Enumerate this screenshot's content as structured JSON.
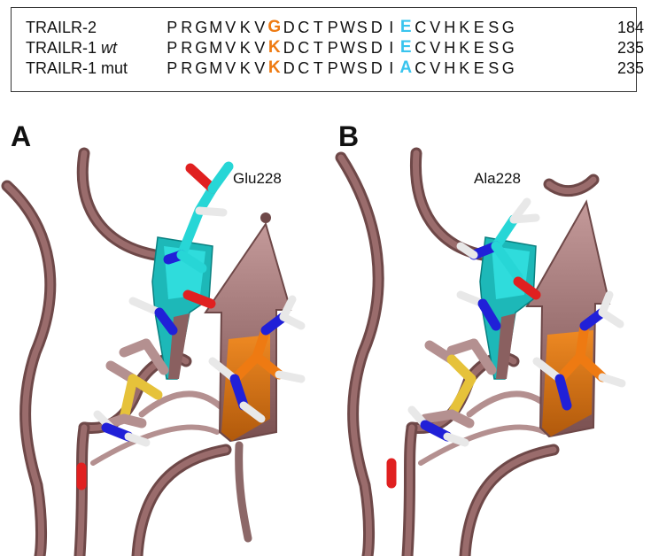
{
  "alignment": {
    "rows": [
      {
        "name": "TRAILR-2",
        "name_italic": "",
        "residues": [
          "P",
          "R",
          "G",
          "M",
          "V",
          "K",
          "V",
          "G",
          "D",
          "C",
          "T",
          "P",
          "W",
          "S",
          "D",
          "I",
          "E",
          "C",
          "V",
          "H",
          "K",
          "E",
          "S",
          "G"
        ],
        "highlight_orange": 7,
        "highlight_cyan": 16,
        "number": "184"
      },
      {
        "name": "TRAILR-1 ",
        "name_italic": "wt",
        "residues": [
          "P",
          "R",
          "G",
          "M",
          "V",
          "K",
          "V",
          "K",
          "D",
          "C",
          "T",
          "P",
          "W",
          "S",
          "D",
          "I",
          "E",
          "C",
          "V",
          "H",
          "K",
          "E",
          "S",
          "G"
        ],
        "highlight_orange": 7,
        "highlight_cyan": 16,
        "number": "235"
      },
      {
        "name": "TRAILR-1 mut",
        "name_italic": "",
        "residues": [
          "P",
          "R",
          "G",
          "M",
          "V",
          "K",
          "V",
          "K",
          "D",
          "C",
          "T",
          "P",
          "W",
          "S",
          "D",
          "I",
          "A",
          "C",
          "V",
          "H",
          "K",
          "E",
          "S",
          "G"
        ],
        "highlight_orange": 7,
        "highlight_cyan": 16,
        "number": "235"
      }
    ]
  },
  "panels": [
    {
      "letter": "A",
      "residue_label": "Glu228"
    },
    {
      "letter": "B",
      "residue_label": "Ala228"
    }
  ],
  "colors": {
    "backbone": "#9a6c6c",
    "backbone_dark": "#6e4848",
    "sheet": "#b48585",
    "lysine": "#ee7a12",
    "glu_ala": "#27d6d6",
    "nitrogen": "#2020d8",
    "oxygen": "#e02020",
    "sulfur": "#e6c23a",
    "hydrogen": "#e8e8e8"
  }
}
